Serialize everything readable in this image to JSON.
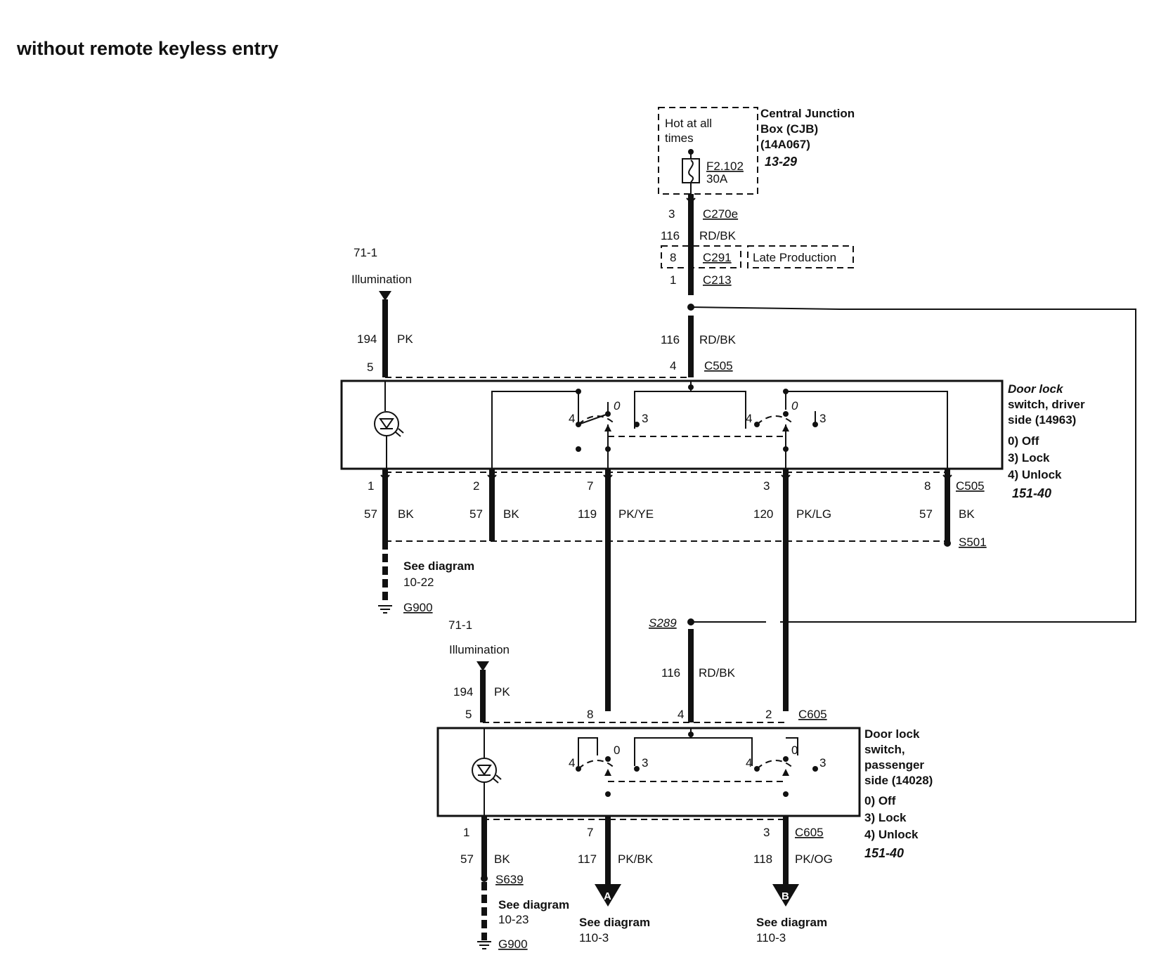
{
  "title": "without remote keyless entry",
  "cjb": {
    "label_lines": [
      "Central Junction",
      "Box (CJB)",
      "(14A067)"
    ],
    "ref": "13-29",
    "hot_lines": [
      "Hot at all",
      "times"
    ],
    "fuse": "F2.102",
    "amps": "30A"
  },
  "feed": {
    "pin_c270e": "3",
    "c270e": "C270e",
    "circuit": "116",
    "color": "RD/BK",
    "pin_c291": "8",
    "c291": "C291",
    "late_production": "Late Production",
    "pin_c213": "1",
    "c213": "C213",
    "circuit2": "116",
    "color2": "RD/BK",
    "pin_c505": "4",
    "c505": "C505"
  },
  "illum1": {
    "ref": "71-1",
    "label": "Illumination",
    "circuit": "194",
    "color": "PK",
    "pin": "5"
  },
  "driver_switch": {
    "label_lines": [
      "Door lock",
      "switch, driver",
      "side (14963)"
    ],
    "modes": [
      "0) Off",
      "3) Lock",
      "4) Unlock"
    ],
    "ref": "151-40",
    "pos0": "0",
    "pos3": "3",
    "pos4": "4",
    "out_connector": "C505",
    "outputs": [
      {
        "pin": "1",
        "circuit": "57",
        "color": "BK"
      },
      {
        "pin": "2",
        "circuit": "57",
        "color": "BK"
      },
      {
        "pin": "7",
        "circuit": "119",
        "color": "PK/YE"
      },
      {
        "pin": "3",
        "circuit": "120",
        "color": "PK/LG"
      },
      {
        "pin": "8",
        "circuit": "57",
        "color": "BK"
      }
    ],
    "splice": "S501"
  },
  "ground1": {
    "see_label": "See diagram",
    "see_ref": "10-22",
    "ground": "G900"
  },
  "illum2": {
    "ref": "71-1",
    "label": "Illumination",
    "circuit": "194",
    "color": "PK",
    "pin": "5"
  },
  "s289": {
    "splice": "S289",
    "circuit": "116",
    "color": "RD/BK"
  },
  "passenger_switch": {
    "label_lines": [
      "Door lock",
      "switch,",
      "passenger",
      "side (14028)"
    ],
    "modes": [
      "0) Off",
      "3) Lock",
      "4) Unlock"
    ],
    "ref": "151-40",
    "in_connector": "C605",
    "in_pins": [
      "8",
      "4",
      "2"
    ],
    "out_connector": "C605",
    "outputs": [
      {
        "pin": "1",
        "circuit": "57",
        "color": "BK"
      },
      {
        "pin": "7",
        "circuit": "117",
        "color": "PK/BK"
      },
      {
        "pin": "3",
        "circuit": "118",
        "color": "PK/OG"
      }
    ],
    "splice": "S639"
  },
  "ground2": {
    "see_label": "See diagram",
    "see_ref": "10-23",
    "ground": "G900"
  },
  "arrow_a": {
    "letter": "A",
    "see_label": "See diagram",
    "see_ref": "110-3"
  },
  "arrow_b": {
    "letter": "B",
    "see_label": "See diagram",
    "see_ref": "110-3"
  }
}
